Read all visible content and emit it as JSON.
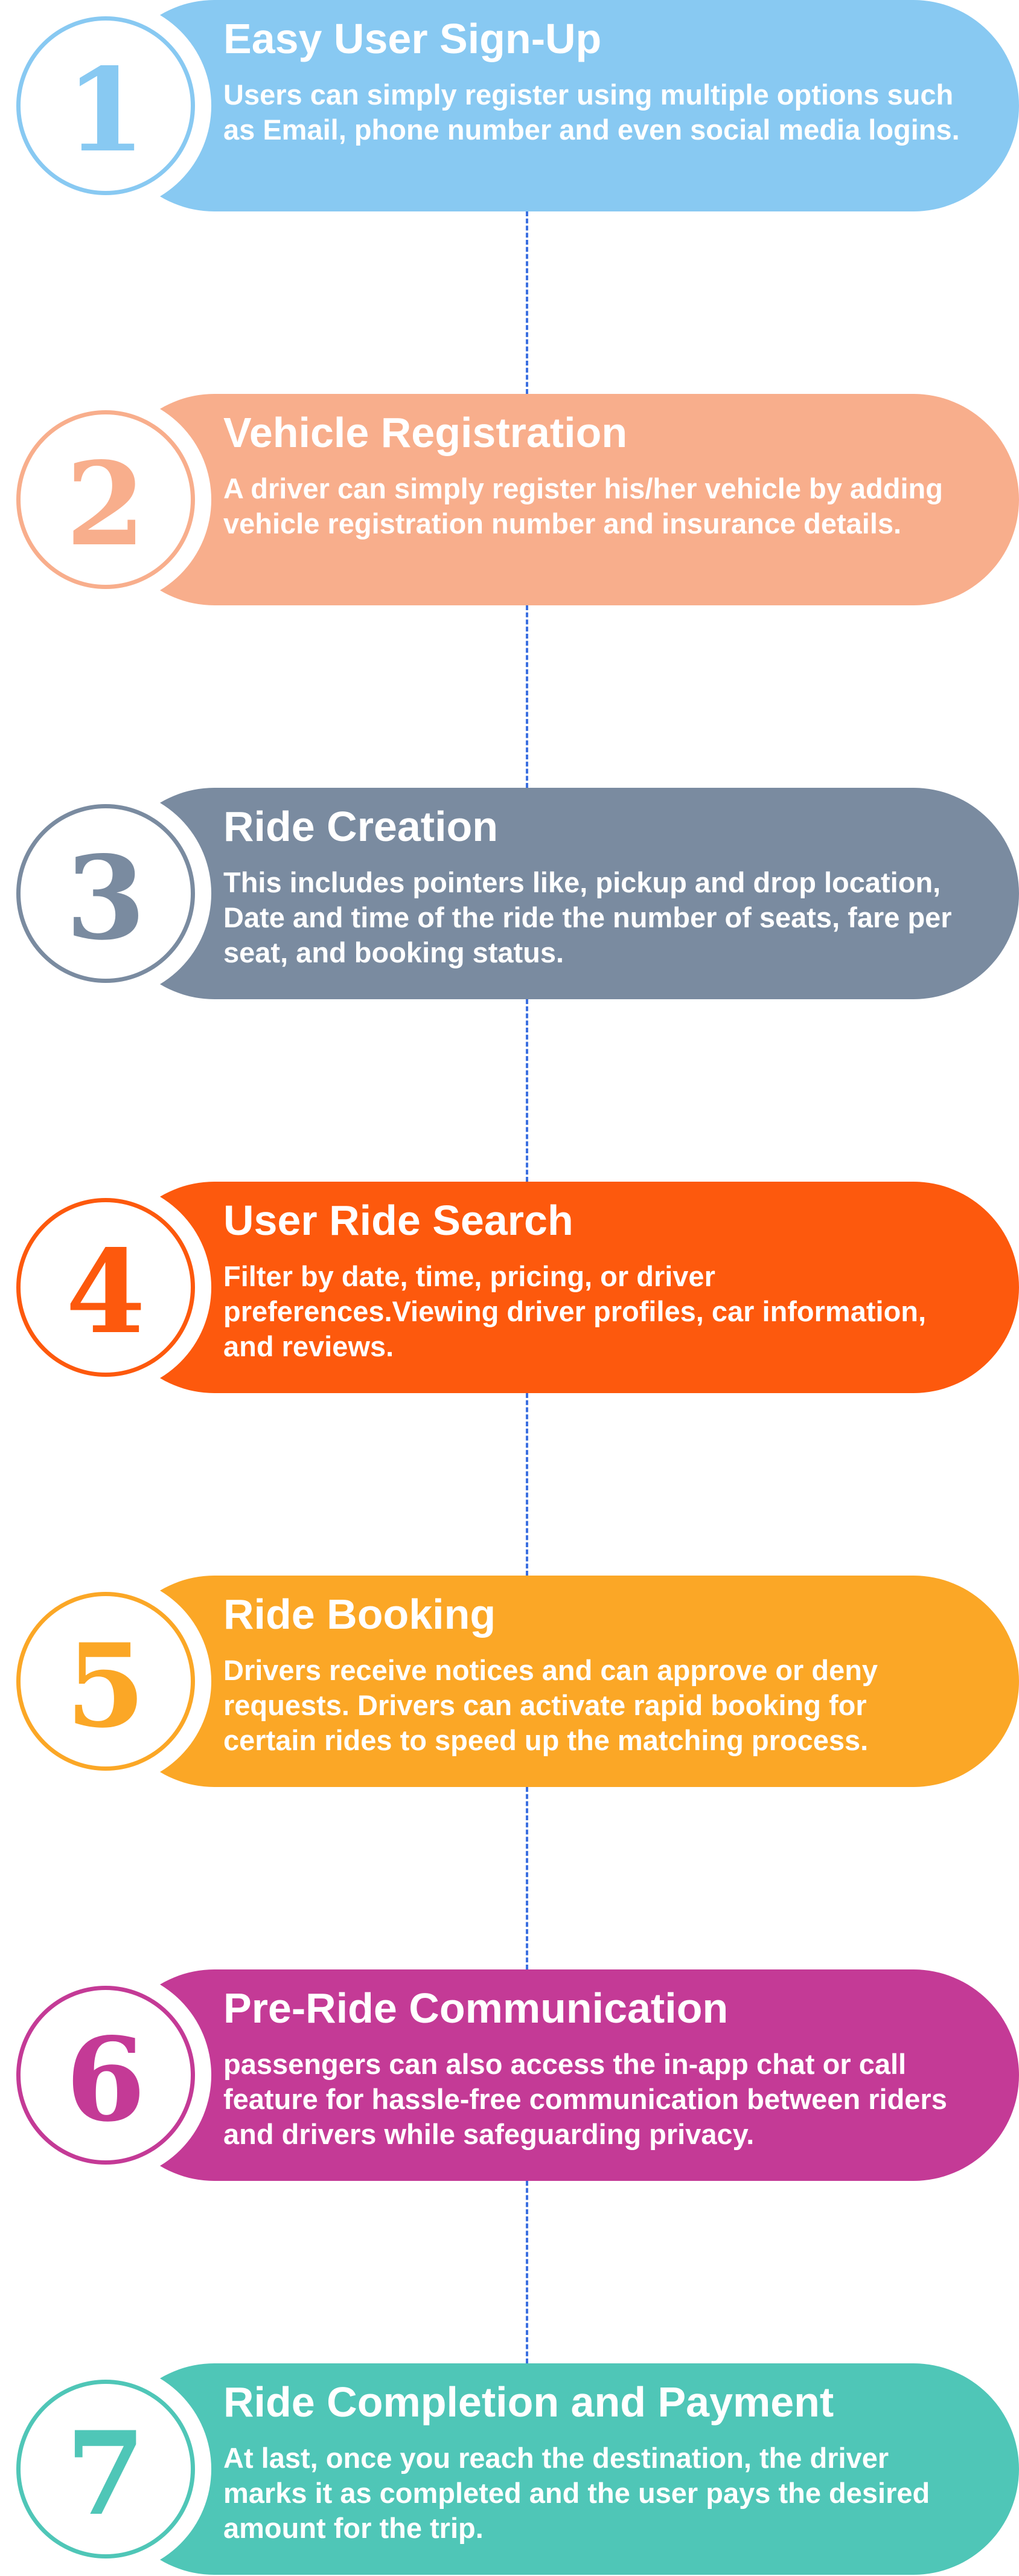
{
  "colors": {
    "connector": "#3b6fe0",
    "step_1": "#88c9f2",
    "step_2": "#f8ae8c",
    "step_3": "#7a8ba0",
    "step_4": "#fd590d",
    "step_5": "#fba726",
    "step_6": "#c43a96",
    "step_7": "#4fc6b7"
  },
  "steps": [
    {
      "number": "1",
      "title": "Easy User Sign-Up",
      "description": "Users can simply register using multiple options such as Email, phone number and even social media logins."
    },
    {
      "number": "2",
      "title": "Vehicle Registration",
      "description": "A driver can simply register his/her vehicle by adding vehicle registration number and insurance details."
    },
    {
      "number": "3",
      "title": "Ride Creation",
      "description": "This includes pointers like, pickup and drop location, Date and time of the ride the number of seats, fare per seat, and booking status."
    },
    {
      "number": "4",
      "title": "User Ride Search",
      "description": "Filter by date, time, pricing, or driver preferences.Viewing driver profiles, car information, and reviews."
    },
    {
      "number": "5",
      "title": "Ride Booking",
      "description": "Drivers receive notices and can approve or deny requests. Drivers can activate rapid booking for certain rides to speed up the matching process."
    },
    {
      "number": "6",
      "title": "Pre-Ride Communication",
      "description": "passengers can also access the in-app chat or call feature for hassle-free communication between riders and drivers while safeguarding privacy."
    },
    {
      "number": "7",
      "title": "Ride Completion and Payment",
      "description": "At last, once you reach the destination, the driver marks it as completed and the user pays the desired amount for the trip."
    }
  ]
}
